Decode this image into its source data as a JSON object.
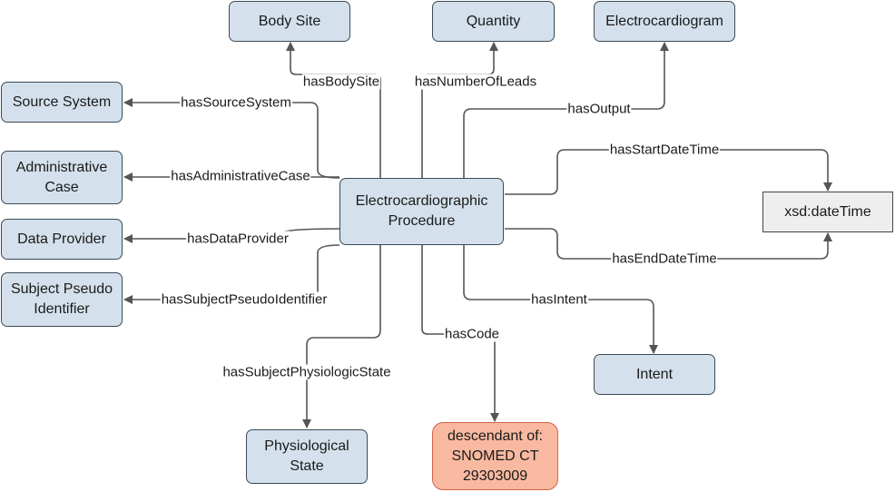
{
  "nodes": {
    "body_site": "Body Site",
    "quantity": "Quantity",
    "electrocardiogram": "Electrocardiogram",
    "source_system": "Source System",
    "administrative_case": "Administrative\nCase",
    "data_provider": "Data Provider",
    "subject_pseudo_identifier": "Subject Pseudo\nIdentifier",
    "procedure": "Electrocardiographic\nProcedure",
    "datetime": "xsd:dateTime",
    "intent": "Intent",
    "physiological_state": "Physiological\nState",
    "snomed_code": "descendant of:\nSNOMED CT\n29303009"
  },
  "edges": {
    "has_body_site": "hasBodySite",
    "has_number_of_leads": "hasNumberOfLeads",
    "has_output": "hasOutput",
    "has_source_system": "hasSourceSystem",
    "has_administrative_case": "hasAdministrativeCase",
    "has_data_provider": "hasDataProvider",
    "has_subject_pseudo_identifier": "hasSubjectPseudoIdentifier",
    "has_start_date_time": "hasStartDateTime",
    "has_end_date_time": "hasEndDateTime",
    "has_intent": "hasIntent",
    "has_code": "hasCode",
    "has_subject_physiologic_state": "hasSubjectPhysiologicState"
  }
}
